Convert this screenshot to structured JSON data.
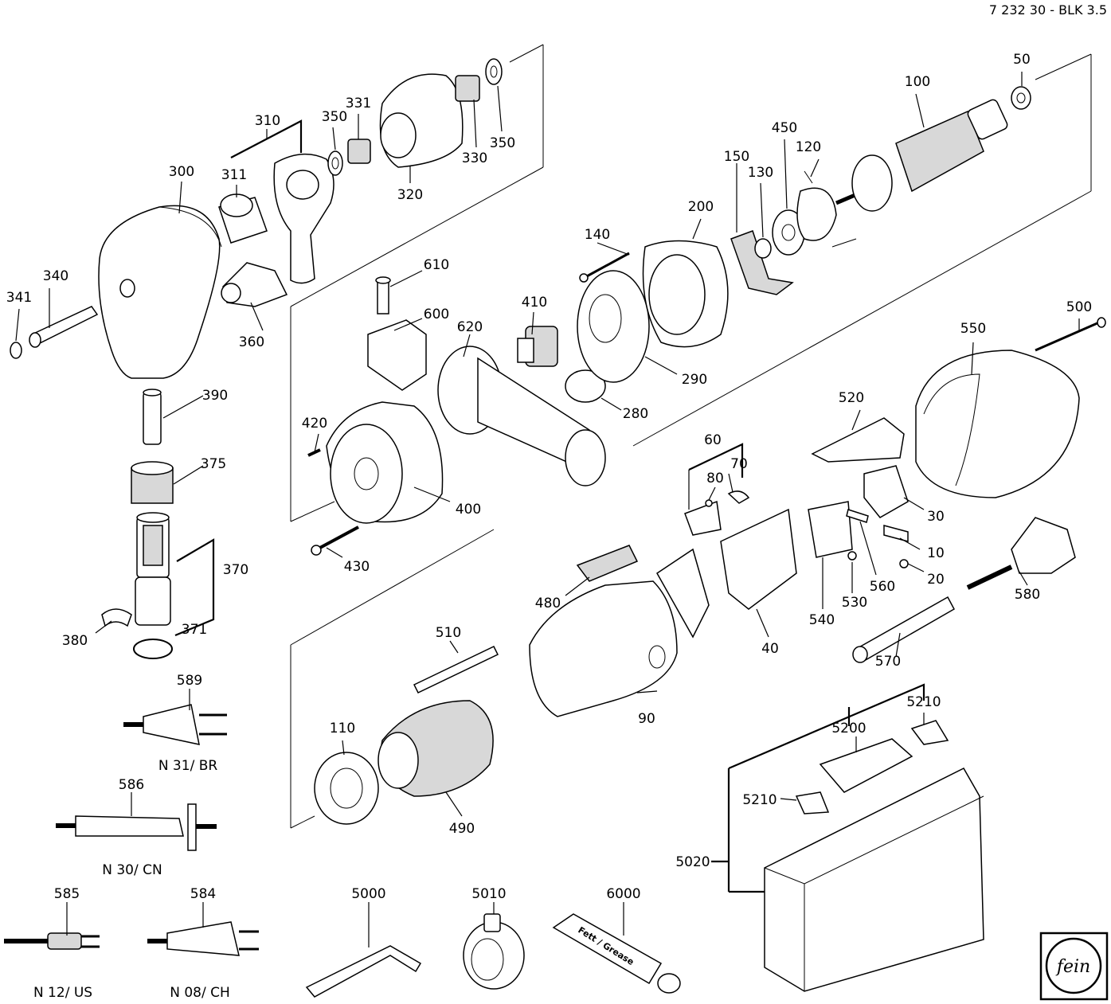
{
  "document_id": "7 232 30 - BLK 3.5",
  "brand_logo": "fein",
  "grease_tube_text": "Fett / Grease",
  "parts": [
    {
      "id": "p10",
      "label": "10"
    },
    {
      "id": "p20",
      "label": "20"
    },
    {
      "id": "p30",
      "label": "30"
    },
    {
      "id": "p40",
      "label": "40"
    },
    {
      "id": "p50",
      "label": "50"
    },
    {
      "id": "p60",
      "label": "60"
    },
    {
      "id": "p70",
      "label": "70"
    },
    {
      "id": "p80",
      "label": "80"
    },
    {
      "id": "p90",
      "label": "90"
    },
    {
      "id": "p100",
      "label": "100"
    },
    {
      "id": "p110",
      "label": "110"
    },
    {
      "id": "p120",
      "label": "120"
    },
    {
      "id": "p130",
      "label": "130"
    },
    {
      "id": "p140",
      "label": "140"
    },
    {
      "id": "p150",
      "label": "150"
    },
    {
      "id": "p200",
      "label": "200"
    },
    {
      "id": "p280",
      "label": "280"
    },
    {
      "id": "p290",
      "label": "290"
    },
    {
      "id": "p300",
      "label": "300"
    },
    {
      "id": "p310",
      "label": "310"
    },
    {
      "id": "p311",
      "label": "311"
    },
    {
      "id": "p320",
      "label": "320"
    },
    {
      "id": "p330",
      "label": "330"
    },
    {
      "id": "p331",
      "label": "331"
    },
    {
      "id": "p340",
      "label": "340"
    },
    {
      "id": "p341",
      "label": "341"
    },
    {
      "id": "p350a",
      "label": "350"
    },
    {
      "id": "p350b",
      "label": "350"
    },
    {
      "id": "p360",
      "label": "360"
    },
    {
      "id": "p370",
      "label": "370"
    },
    {
      "id": "p371",
      "label": "371"
    },
    {
      "id": "p375",
      "label": "375"
    },
    {
      "id": "p380",
      "label": "380"
    },
    {
      "id": "p390",
      "label": "390"
    },
    {
      "id": "p400",
      "label": "400"
    },
    {
      "id": "p410",
      "label": "410"
    },
    {
      "id": "p420",
      "label": "420"
    },
    {
      "id": "p430",
      "label": "430"
    },
    {
      "id": "p450",
      "label": "450"
    },
    {
      "id": "p480",
      "label": "480"
    },
    {
      "id": "p490",
      "label": "490"
    },
    {
      "id": "p500",
      "label": "500"
    },
    {
      "id": "p510",
      "label": "510"
    },
    {
      "id": "p520",
      "label": "520"
    },
    {
      "id": "p530",
      "label": "530"
    },
    {
      "id": "p540",
      "label": "540"
    },
    {
      "id": "p550",
      "label": "550"
    },
    {
      "id": "p560",
      "label": "560"
    },
    {
      "id": "p570",
      "label": "570"
    },
    {
      "id": "p580",
      "label": "580"
    },
    {
      "id": "p584",
      "label": "584"
    },
    {
      "id": "p585",
      "label": "585"
    },
    {
      "id": "p586",
      "label": "586"
    },
    {
      "id": "p589",
      "label": "589"
    },
    {
      "id": "p600",
      "label": "600"
    },
    {
      "id": "p610",
      "label": "610"
    },
    {
      "id": "p620",
      "label": "620"
    },
    {
      "id": "p5000",
      "label": "5000"
    },
    {
      "id": "p5010",
      "label": "5010"
    },
    {
      "id": "p5020",
      "label": "5020"
    },
    {
      "id": "p5200",
      "label": "5200"
    },
    {
      "id": "p5210a",
      "label": "5210"
    },
    {
      "id": "p5210b",
      "label": "5210"
    },
    {
      "id": "p6000",
      "label": "6000"
    }
  ],
  "plug_variants": [
    {
      "id": "v589",
      "caption": "N 31/ BR"
    },
    {
      "id": "v586",
      "caption": "N 30/ CN"
    },
    {
      "id": "v585",
      "caption": "N 12/ US"
    },
    {
      "id": "v584",
      "caption": "N 08/ CH"
    }
  ]
}
